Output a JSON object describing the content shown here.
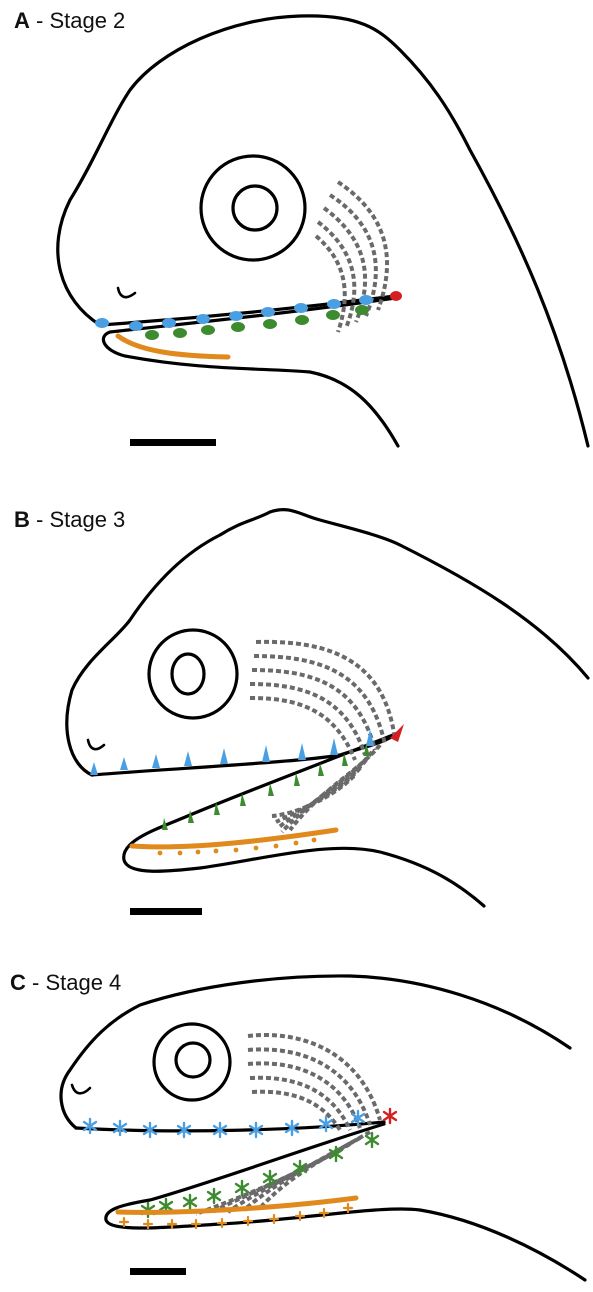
{
  "colors": {
    "outline": "#000000",
    "premaxilla_teeth": "#4a9fe3",
    "maxilla_teeth": "#3d8b2f",
    "jaw_joint": "#d42020",
    "dentary": "#e08a1e",
    "muscle": "#6a6a6a"
  },
  "panels": [
    {
      "letter": "A",
      "separator": " - ",
      "stage": "Stage 2"
    },
    {
      "letter": "B",
      "separator": " - ",
      "stage": "Stage 3"
    },
    {
      "letter": "C",
      "separator": " - ",
      "stage": "Stage 4"
    }
  ]
}
